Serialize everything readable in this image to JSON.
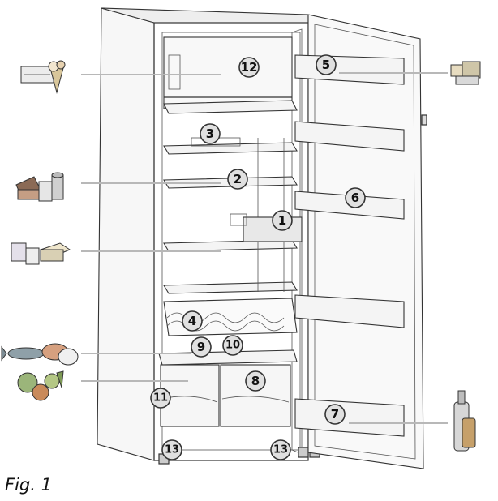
{
  "caption": "Fig. 1",
  "callouts": {
    "c1": "1",
    "c2": "2",
    "c3": "3",
    "c4": "4",
    "c5": "5",
    "c6": "6",
    "c7": "7",
    "c8": "8",
    "c9": "9",
    "c10": "10",
    "c11": "11",
    "c12": "12",
    "c13a": "13",
    "c13b": "13"
  },
  "food_icons": [
    "ice-cream-icon",
    "cake-and-cans-icon",
    "yogurt-and-butter-icon",
    "fish-and-meat-icon",
    "vegetables-icon",
    "butter-and-cheese-icon",
    "bottles-icon"
  ],
  "colors": {
    "callout_fill": "#e0e0e0",
    "leader": "#b8b8b8",
    "outline": "#333333"
  }
}
